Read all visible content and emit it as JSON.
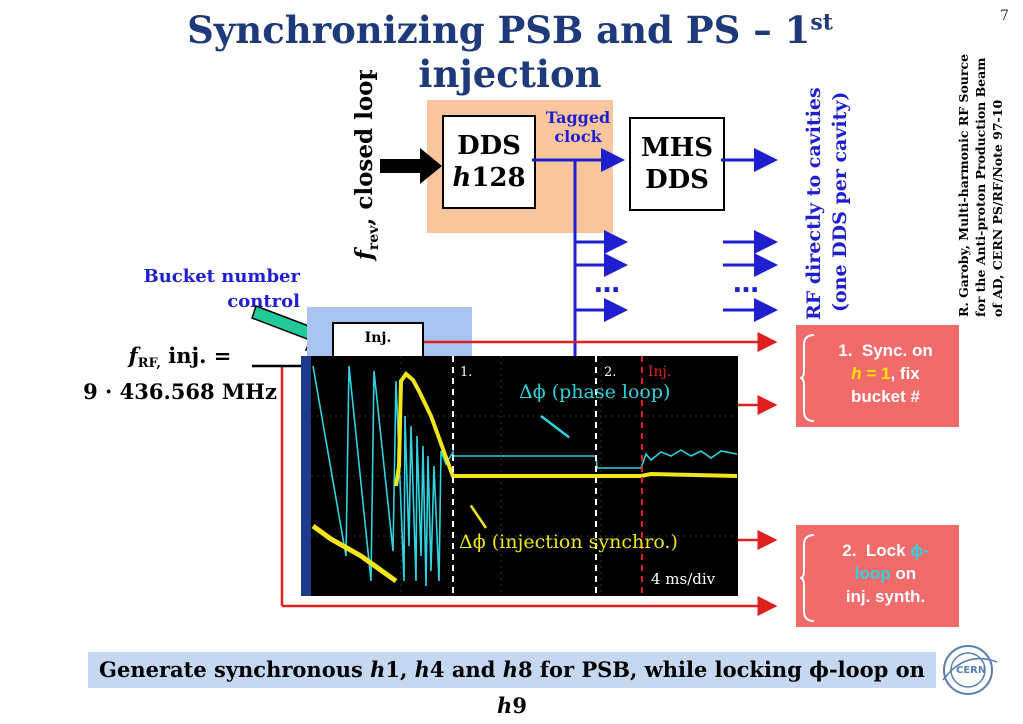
{
  "slide": {
    "title": "Synchronizing PSB and PS – 1",
    "title_sup": "st",
    "title_end": " injection",
    "page_number": "7",
    "reference": [
      "R. Garoby, Multi-harmonic RF Source",
      "for the Anti-proton Production Beam",
      "of AD, CERN PS/RF/Note 97-10"
    ]
  },
  "diagram": {
    "frev_label": {
      "f": "f",
      "sub": "rev",
      "rest": ", closed loop"
    },
    "dds_box": {
      "line1": "DDS",
      "line2_h": "h",
      "line2_num": "128"
    },
    "tagged_clock": [
      "Tagged",
      "clock"
    ],
    "mhs_box": {
      "line1": "MHS",
      "line2": "DDS"
    },
    "rf_cavities": [
      "RF directly to cavities",
      "(one DDS per cavity)"
    ],
    "ellipsis": "…",
    "bucket_control": [
      "Bucket number",
      "control"
    ],
    "inj_box": "Inj.",
    "frf_label": {
      "f": "f",
      "sub": "RF,",
      "rest": " inj. =",
      "line2": "9 · 436.568 MHz"
    }
  },
  "scope": {
    "marker_1": "1.",
    "marker_2": "2.",
    "marker_inj": "Inj.",
    "phase_loop": "Δϕ  (phase loop)",
    "injection_synchro": "Δϕ  (injection synchro.)",
    "timebase": "4 ms/div"
  },
  "notes": {
    "sync": {
      "num": "1.",
      "text1": "Sync. on",
      "h": "h",
      "eq": " = 1",
      "text2": ", fix",
      "text3": "bucket #"
    },
    "lock": {
      "num": "2.",
      "text1": "Lock ",
      "phi": "ϕ-",
      "loop": "loop",
      "text2": " on",
      "text3": "inj. synth."
    }
  },
  "bottom_bar": {
    "p1": "Generate synchronous ",
    "h1": "h",
    "n1": "1, ",
    "h2": "h",
    "n2": "4 and ",
    "h3": "h",
    "n3": "8 for PSB, while locking ϕ-loop on ",
    "h4": "h",
    "n4": "9"
  },
  "logo_text": "CERN",
  "colors": {
    "title": "#1f3a7a",
    "blue_arrows": "#1f1fd0",
    "red_lines": "#e02020",
    "dds_bg": "#f8c59c",
    "inj_bg": "#a9c4f0",
    "note_bg": "#f26b6b",
    "bottom_bg": "#c5d8f0",
    "trace_cyan": "#2fd3e0",
    "trace_yellow": "#f0e61a",
    "highlight_yellow": "#ffe600"
  }
}
